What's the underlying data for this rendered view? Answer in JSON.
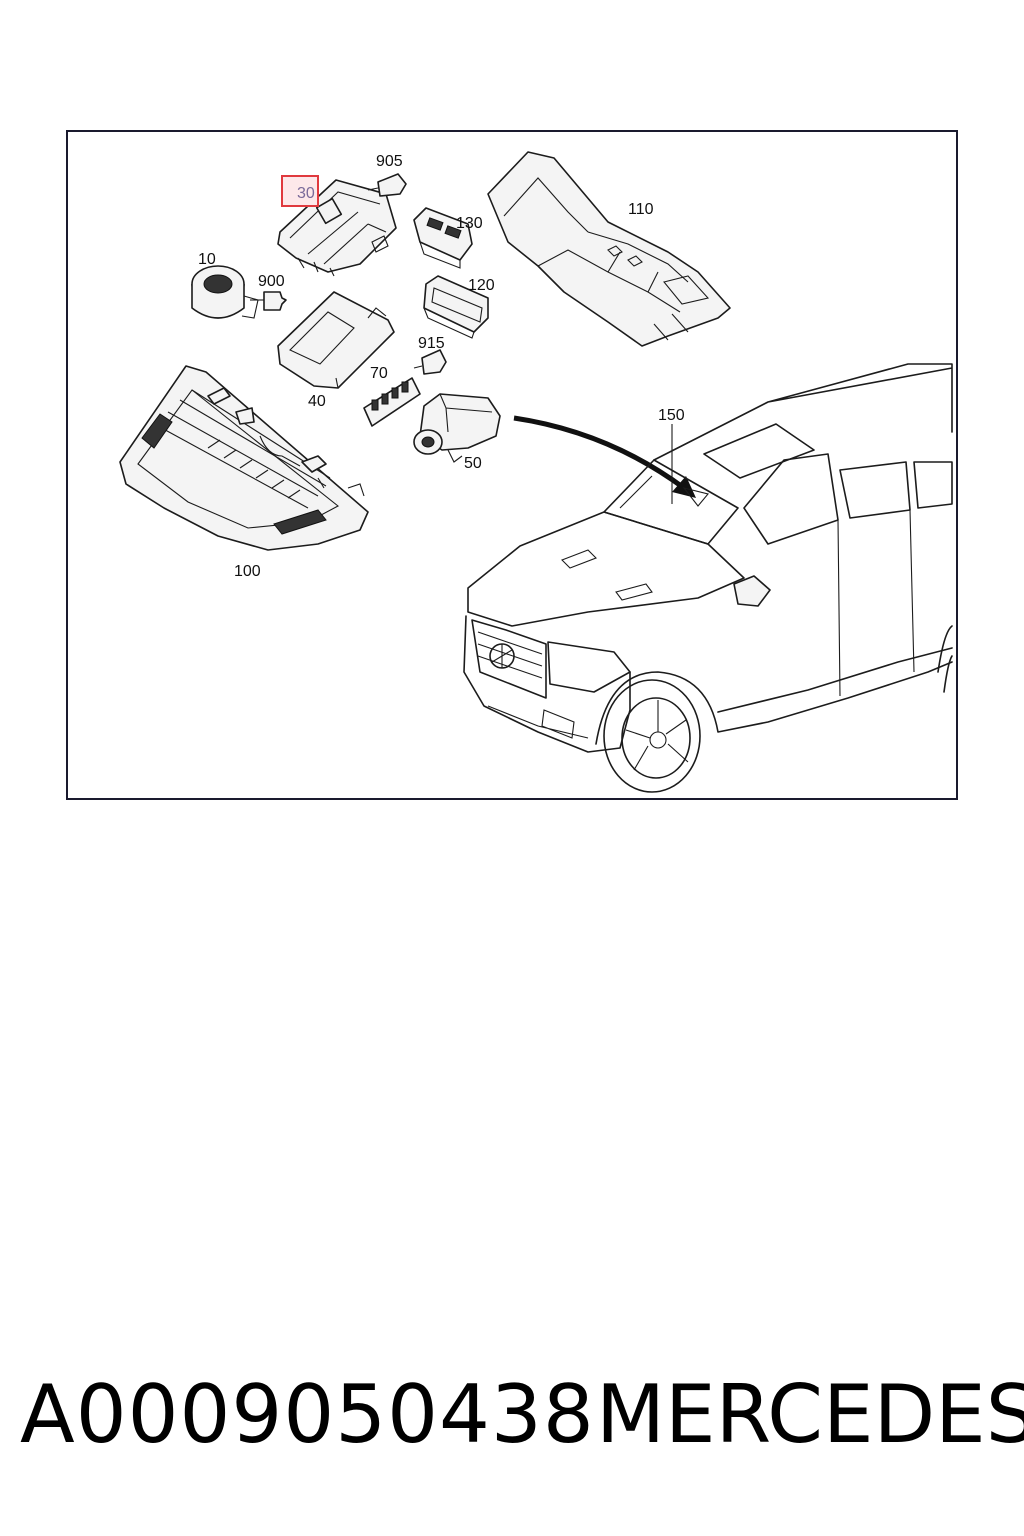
{
  "callouts": {
    "c905": "905",
    "c30": "30",
    "c130": "130",
    "c110": "110",
    "c10": "10",
    "c900": "900",
    "c120": "120",
    "c915": "915",
    "c70": "70",
    "c40": "40",
    "c150": "150",
    "c50": "50",
    "c100": "100"
  },
  "highlight": {
    "callout": "30",
    "color": "#e0393e"
  },
  "footer": {
    "part_number": "A0009050438",
    "brand": "MERCEDES"
  }
}
